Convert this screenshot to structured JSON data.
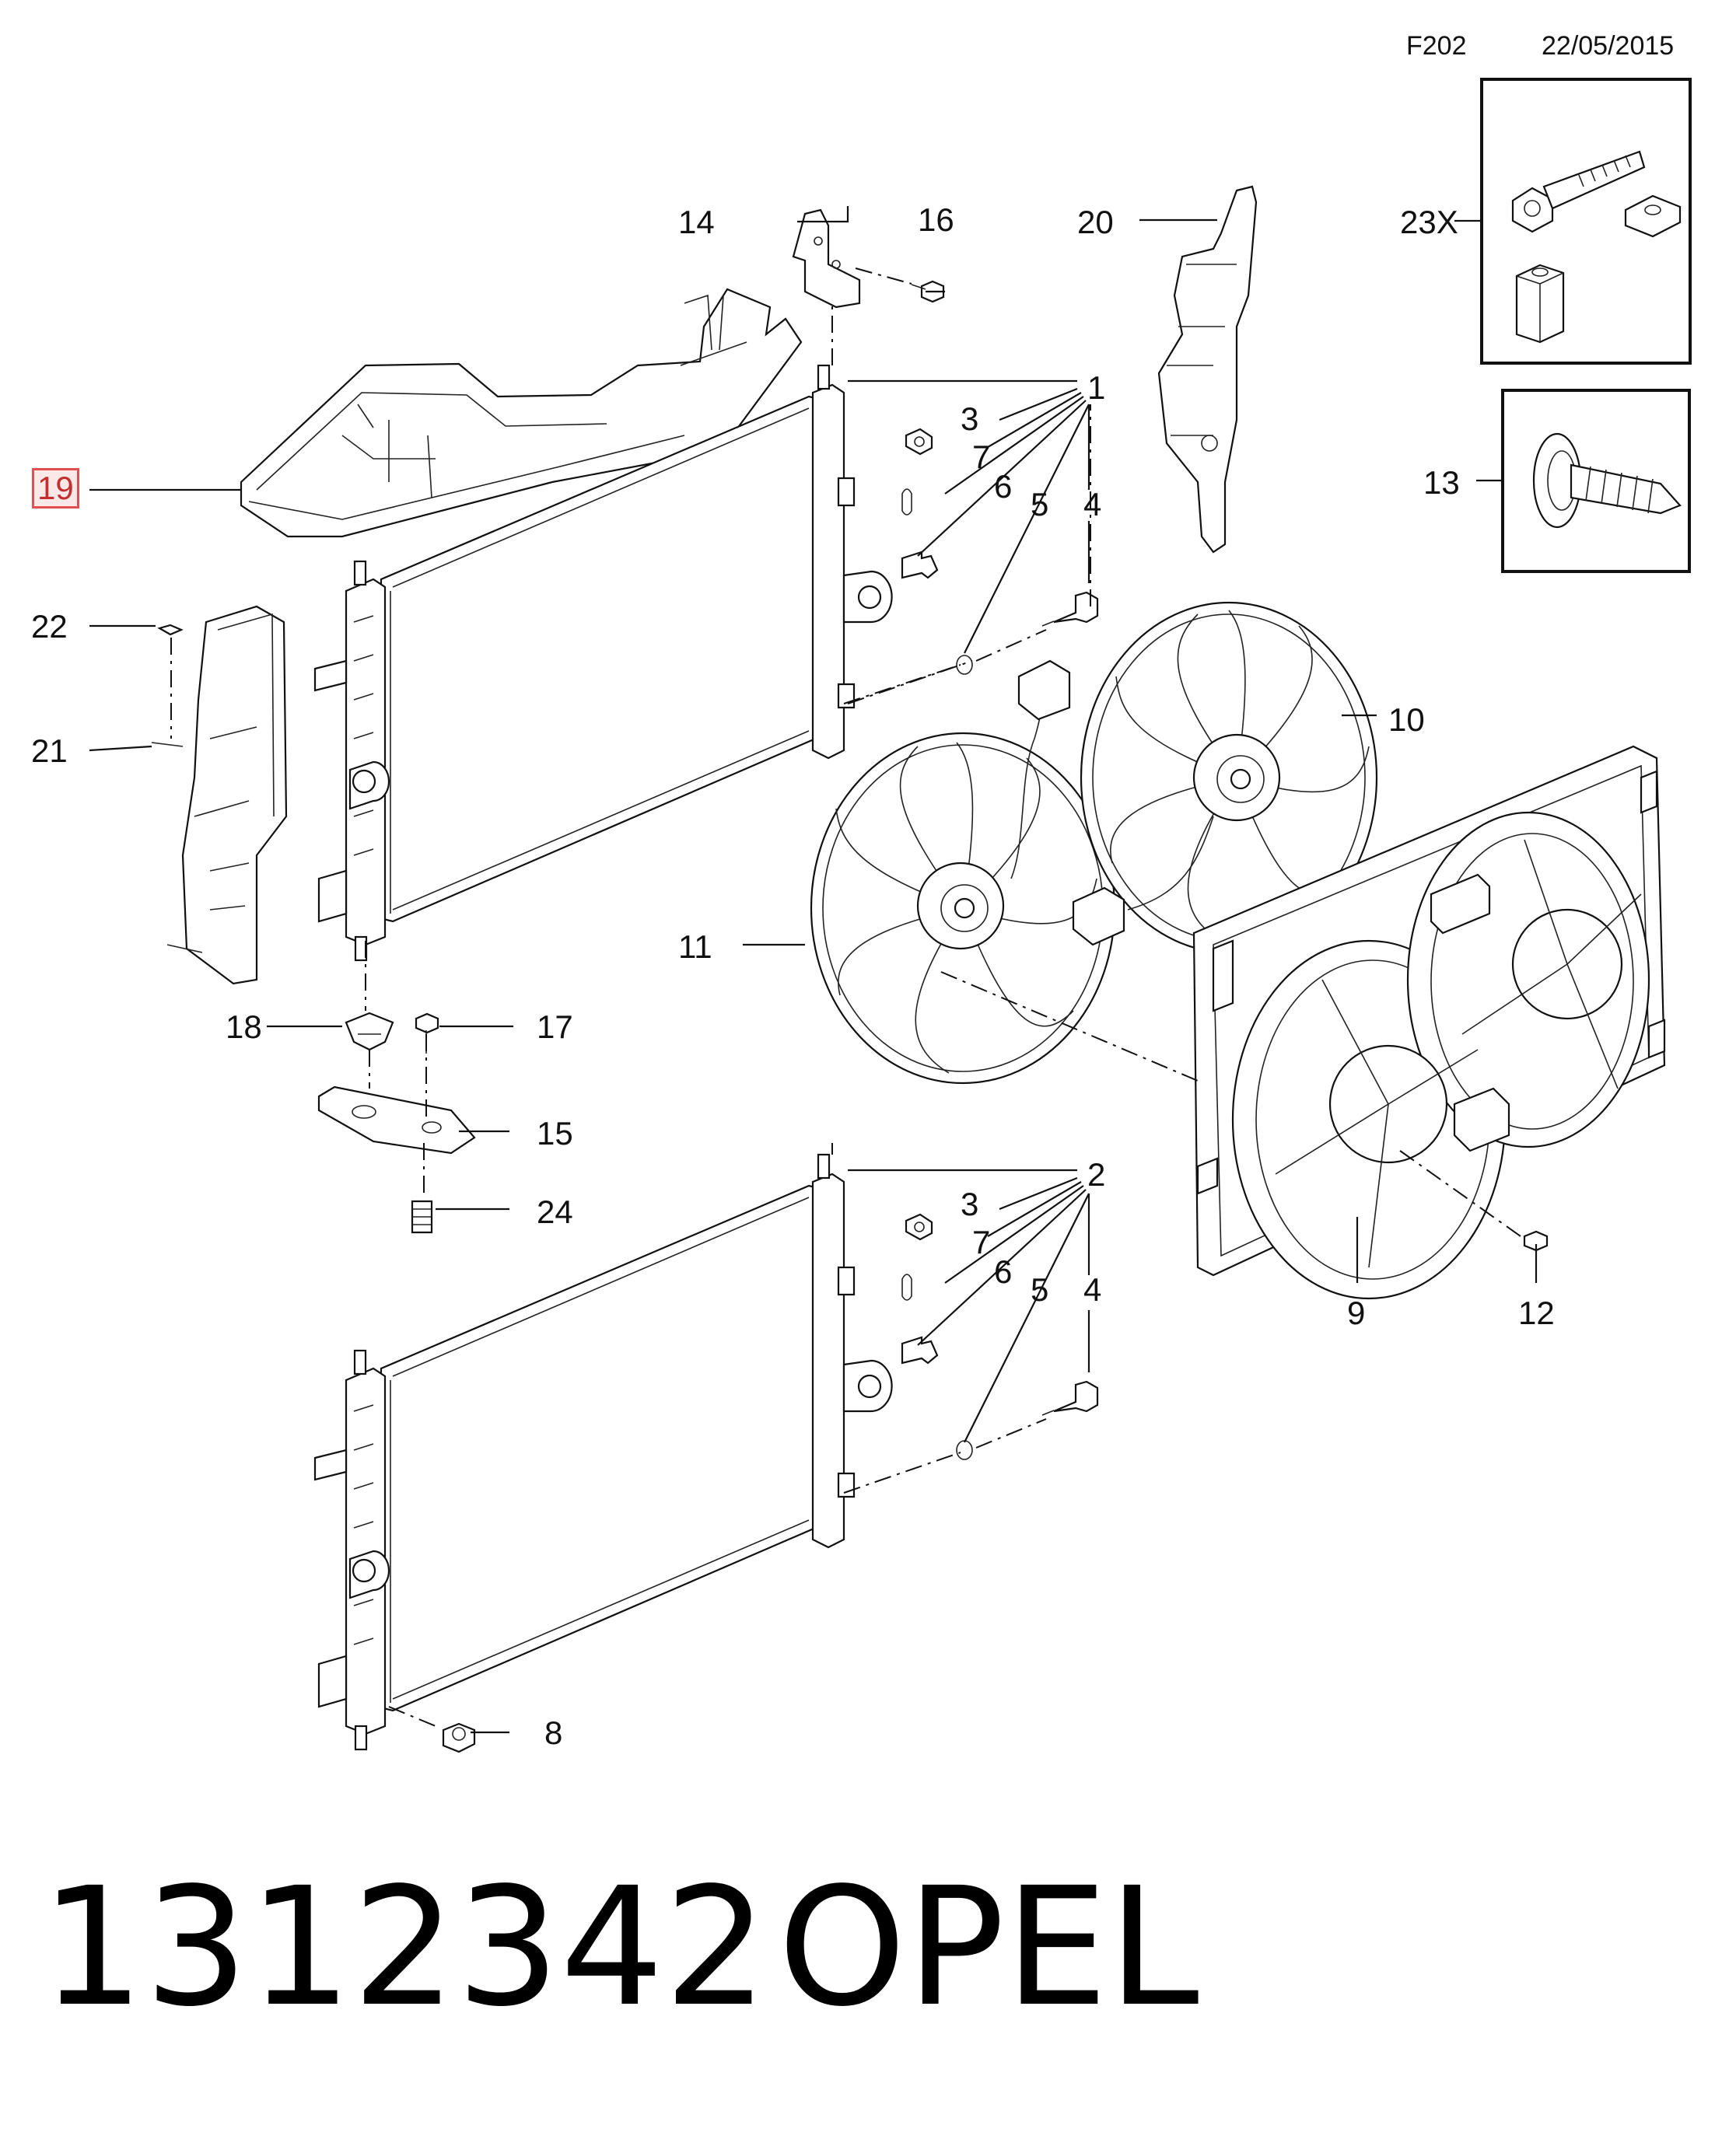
{
  "header": {
    "code": "F202",
    "date": "22/05/2015"
  },
  "callouts": {
    "c1": "1",
    "c2": "2",
    "c3a": "3",
    "c3b": "3",
    "c4a": "4",
    "c4b": "4",
    "c5a": "5",
    "c5b": "5",
    "c6a": "6",
    "c6b": "6",
    "c7a": "7",
    "c7b": "7",
    "c8": "8",
    "c9": "9",
    "c10": "10",
    "c11": "11",
    "c12": "12",
    "c13": "13",
    "c14": "14",
    "c15": "15",
    "c16": "16",
    "c17": "17",
    "c18": "18",
    "c19": "19",
    "c20": "20",
    "c21": "21",
    "c22": "22",
    "c23x": "23X",
    "c24": "24"
  },
  "highlighted_callout": "19",
  "footer": {
    "part_number": "1312342",
    "brand": "OPEL"
  }
}
